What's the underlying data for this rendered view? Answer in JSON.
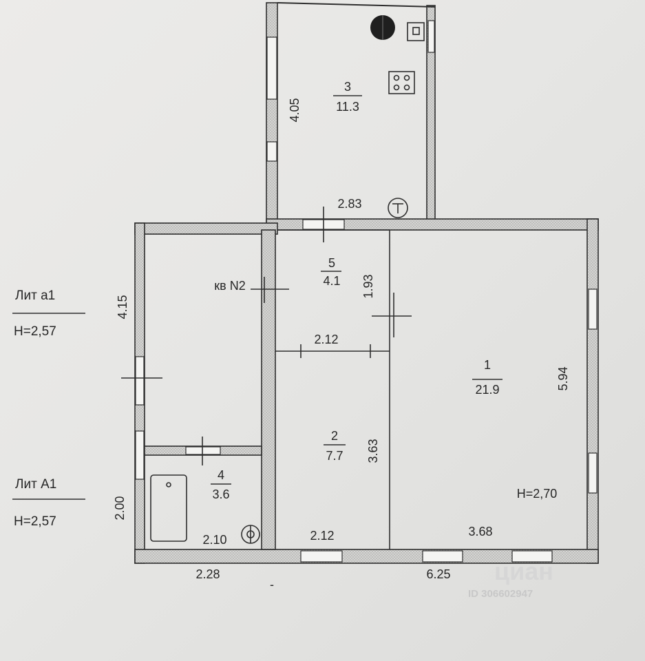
{
  "rooms": [
    {
      "id": "1",
      "number": "1",
      "area": "21.9"
    },
    {
      "id": "2",
      "number": "2",
      "area": "7.7"
    },
    {
      "id": "3",
      "number": "3",
      "area": "11.3"
    },
    {
      "id": "4",
      "number": "4",
      "area": "3.6"
    },
    {
      "id": "5",
      "number": "5",
      "area": "4.1"
    }
  ],
  "dimensions": {
    "kitchen_length": "4.05",
    "kitchen_width": "2.83",
    "hall_length": "1.93",
    "hall_width": "2.12",
    "room2_length": "3.63",
    "room2_width": "2.12",
    "room1_length": "5.94",
    "room1_width": "3.68",
    "left_upper": "4.15",
    "left_lower": "2.00",
    "bath_width": "2.10",
    "bottom_left": "2.28",
    "bottom_right": "6.25"
  },
  "labels": {
    "apartment": "кв N2",
    "height_room1": "H=2,70",
    "dash": "-"
  },
  "legend": [
    {
      "lit": "Лит а1",
      "height": "H=2,57"
    },
    {
      "lit": "Лит А1",
      "height": "H=2,57"
    }
  ],
  "watermark": {
    "brand": "циан",
    "id_text": "ID 306602947"
  }
}
